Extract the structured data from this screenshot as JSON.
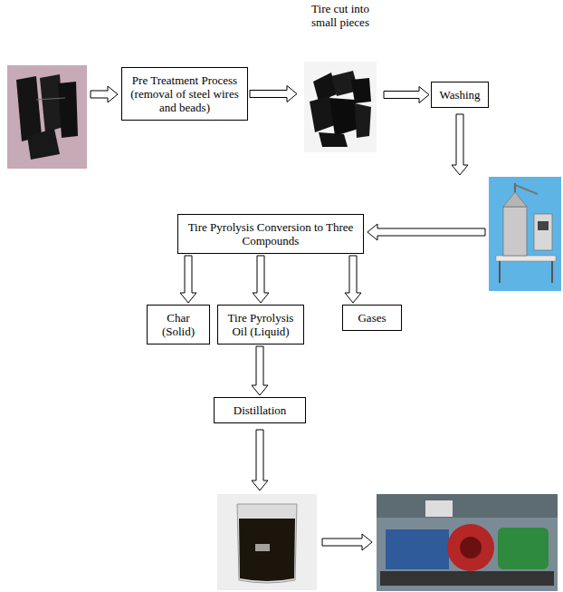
{
  "diagram": {
    "nodes": [
      {
        "text": [
          "Pre Treatment Process (removal of steel wires and beads)"
        ]
      },
      {
        "text": [
          "Tire cut into small pieces"
        ]
      },
      {
        "text": [
          "Washing"
        ]
      },
      {
        "text": [
          "Tire Pyrolysis Conversion to Three Compounds"
        ]
      },
      {
        "text": [
          "Char (Solid)"
        ]
      },
      {
        "text": [
          "Tire Pyrolysis Oil (Liquid)"
        ]
      },
      {
        "text": [
          "Gases"
        ]
      },
      {
        "text": [
          "Distillation"
        ]
      }
    ],
    "edges": [
      {
        "from": 0,
        "to": 1,
        "arrow": "to"
      },
      {
        "from": 1,
        "to": 2,
        "arrow": "to"
      },
      {
        "from": 3,
        "to": 4,
        "arrow": "to"
      },
      {
        "from": 3,
        "to": 5,
        "arrow": "to"
      },
      {
        "from": 3,
        "to": 6,
        "arrow": "to"
      },
      {
        "from": 5,
        "to": 7,
        "arrow": "to"
      }
    ]
  }
}
